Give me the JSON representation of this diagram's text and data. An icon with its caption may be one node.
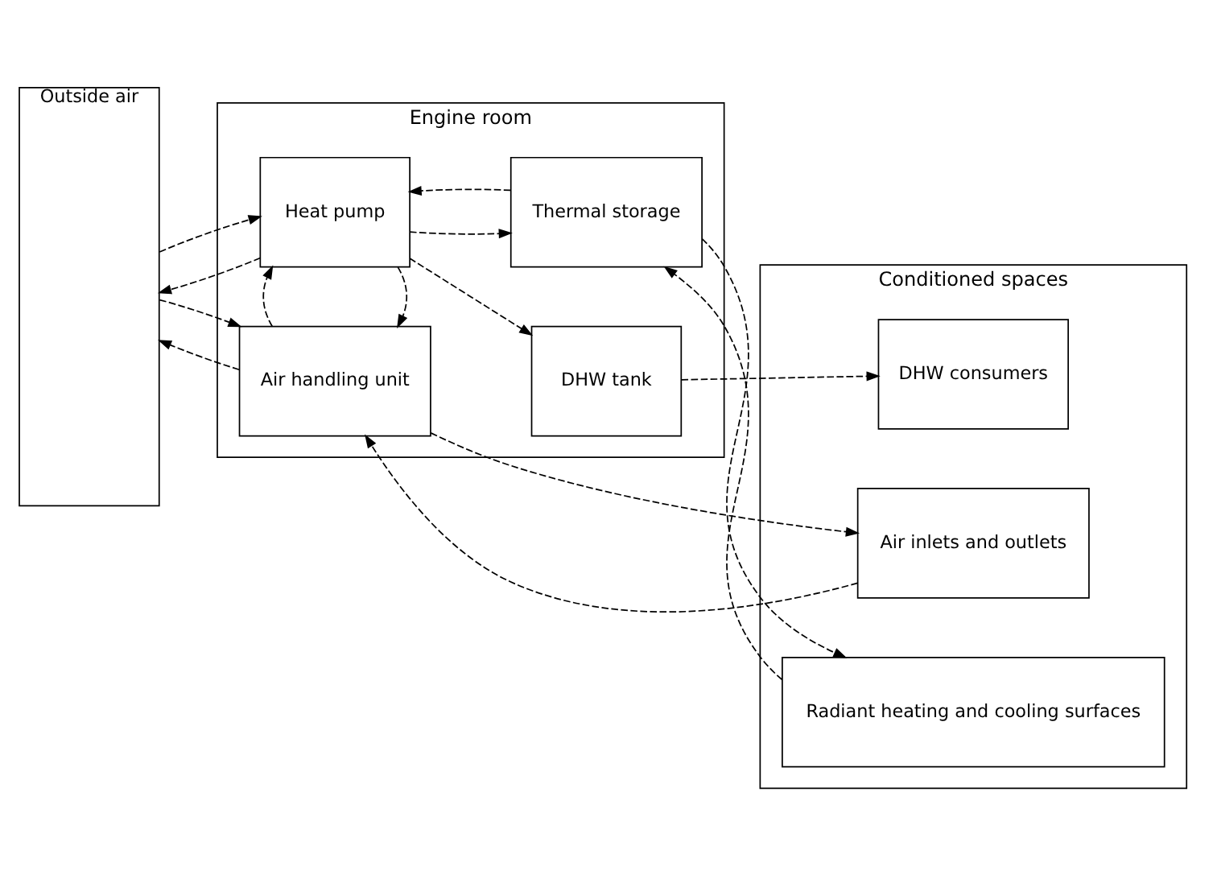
{
  "diagram": {
    "nodes": [
      {
        "text": [
          "Outside air"
        ]
      },
      {
        "text": [
          "Engine room"
        ]
      },
      {
        "text": [
          "Air handling unit"
        ],
        "in": 1
      },
      {
        "text": [
          "DHW tank"
        ],
        "in": 1
      },
      {
        "text": [
          "Heat pump"
        ],
        "in": 1
      },
      {
        "text": [
          "Thermal storage"
        ],
        "in": 1
      },
      {
        "text": [
          "Conditioned spaces"
        ]
      },
      {
        "text": [
          "Air inlets and outlets"
        ],
        "in": 6
      },
      {
        "text": [
          "DHW consumers"
        ],
        "in": 6
      },
      {
        "text": [
          "Radiant heating and cooling surfaces"
        ],
        "in": 6
      }
    ],
    "edges": [
      {
        "from": 7,
        "to": 2,
        "arrow": "to",
        "style": "dashed"
      },
      {
        "from": 2,
        "to": 0,
        "arrow": "to",
        "style": "dashed"
      },
      {
        "from": 0,
        "to": 2,
        "arrow": "to",
        "style": "dashed"
      },
      {
        "from": 2,
        "to": 7,
        "arrow": "to",
        "style": "dashed"
      },
      {
        "from": 4,
        "to": 2,
        "arrow": "to",
        "style": "dashed"
      },
      {
        "from": 2,
        "to": 4,
        "arrow": "to",
        "style": "dashed"
      },
      {
        "from": 4,
        "to": 3,
        "arrow": "to",
        "style": "dashed"
      },
      {
        "from": 3,
        "to": 8,
        "arrow": "to",
        "style": "dashed"
      },
      {
        "from": 5,
        "to": 4,
        "arrow": "to",
        "style": "dashed"
      },
      {
        "from": 9,
        "to": 5,
        "arrow": "to",
        "style": "dashed"
      },
      {
        "from": 4,
        "to": 0,
        "arrow": "to",
        "style": "dashed"
      },
      {
        "from": 0,
        "to": 4,
        "arrow": "to",
        "style": "dashed"
      },
      {
        "from": 4,
        "to": 5,
        "arrow": "to",
        "style": "dashed"
      },
      {
        "from": 5,
        "to": 9,
        "arrow": "to",
        "style": "dashed"
      }
    ]
  }
}
